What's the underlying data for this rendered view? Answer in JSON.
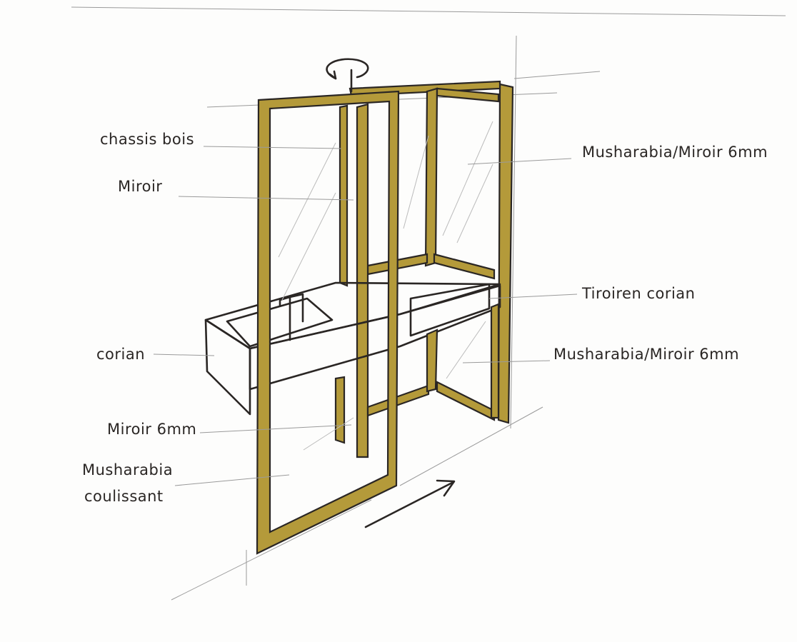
{
  "labels": {
    "chassis_bois": "chassis bois",
    "miroir": "Miroir",
    "musharabia_miroir_top": "Musharabia/Miroir 6mm",
    "tiroir_corian": "Tiroiren corian",
    "corian": "corian",
    "musharabia_miroir_bottom": "Musharabia/Miroir 6mm",
    "miroir_6mm": "Miroir 6mm",
    "musharabia": "Musharabia",
    "coulissant": "coulissant"
  },
  "colors": {
    "frame_gold": "#b49a3a",
    "ink": "#2a2624"
  }
}
